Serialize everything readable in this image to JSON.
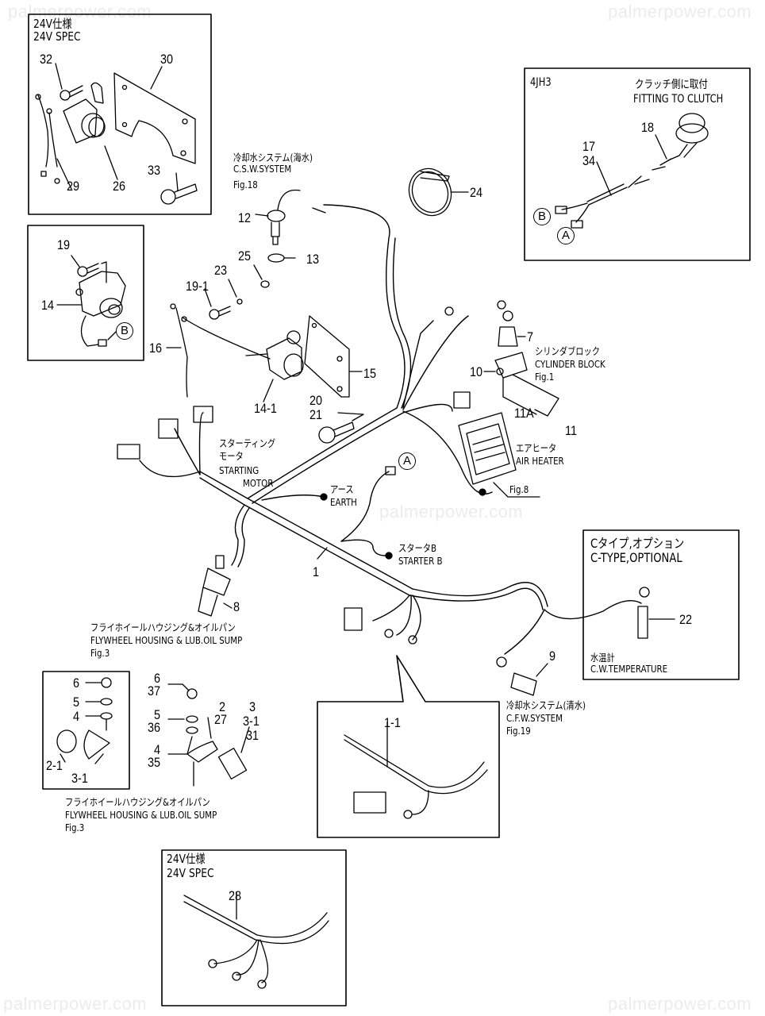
{
  "watermark": "palmerpower.com",
  "insets": {
    "spec24v_top": {
      "title_jp": "24V仕様",
      "title_en": "24V SPEC",
      "parts": [
        "32",
        "30",
        "29",
        "26",
        "33"
      ]
    },
    "solenoid_b": {
      "parts": [
        "19",
        "14"
      ],
      "connector": "B"
    },
    "clutch_4jh3": {
      "title": "4JH3",
      "note_jp": "クラッチ側に取付",
      "note_en": "FITTING TO CLUTCH",
      "parts": [
        "18",
        "17",
        "34"
      ],
      "connectors": [
        "B",
        "A"
      ]
    },
    "ctype_optional": {
      "title_jp": "Cタイプ,オプション",
      "title_en": "C-TYPE,OPTIONAL",
      "part": "22",
      "caption_jp": "水温計",
      "caption_en": "C.W.TEMPERATURE"
    },
    "clamp_left": {
      "parts": [
        "6",
        "5",
        "4",
        "2-1",
        "3-1"
      ]
    },
    "detail_1_1": {
      "part": "1-1"
    },
    "spec24v_bottom": {
      "title_jp": "24V仕様",
      "title_en": "24V SPEC",
      "part": "28"
    }
  },
  "labels": {
    "csw": {
      "jp": "冷却水システム(海水)",
      "en": "C.S.W.SYSTEM",
      "fig": "Fig.18"
    },
    "cylinder_block": {
      "jp": "シリンダブロック",
      "en": "CYLINDER BLOCK",
      "fig": "Fig.1"
    },
    "air_heater": {
      "jp": "エアヒータ",
      "en": "AIR HEATER",
      "fig": "Fig.8"
    },
    "starting_motor": {
      "jp1": "スターティング",
      "jp2": "モータ",
      "en1": "STARTING",
      "en2": "MOTOR"
    },
    "earth": {
      "jp": "アース",
      "en": "EARTH"
    },
    "starter_b": {
      "jp": "スタータB",
      "en": "STARTER B"
    },
    "flywheel_1": {
      "jp": "フライホイールハウジング&オイルパン",
      "en": "FLYWHEEL HOUSING & LUB.OIL SUMP",
      "fig": "Fig.3"
    },
    "flywheel_2": {
      "jp": "フライホイールハウジング&オイルパン",
      "en": "FLYWHEEL HOUSING & LUB.OIL SUMP",
      "fig": "Fig.3"
    },
    "cfw": {
      "jp": "冷却水システム(清水)",
      "en": "C.F.W.SYSTEM",
      "fig": "Fig.19"
    },
    "connector_a": "A"
  },
  "part_numbers": {
    "p1": "1",
    "p7": "7",
    "p8": "8",
    "p9": "9",
    "p10": "10",
    "p11": "11",
    "p11a": "11A",
    "p12": "12",
    "p13": "13",
    "p14_1": "14-1",
    "p15": "15",
    "p16": "16",
    "p19_1": "19-1",
    "p20": "20",
    "p21": "21",
    "p23": "23",
    "p24": "24",
    "p25": "25",
    "p6": "6",
    "p37": "37",
    "p5": "5",
    "p36": "36",
    "p4": "4",
    "p35": "35",
    "p2": "2",
    "p27": "27",
    "p3": "3",
    "p3_1": "3-1",
    "p31": "31"
  }
}
